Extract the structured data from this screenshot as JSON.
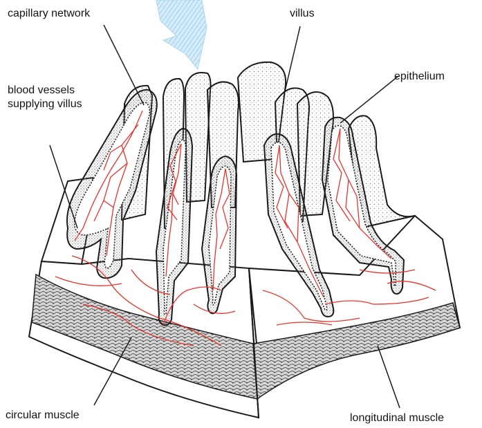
{
  "labels": {
    "capillary_network": "capillary network",
    "villus": "villus",
    "epithelium": "epithelium",
    "blood_vessels": "blood vessels supplying villus",
    "circular_muscle": "circular muscle",
    "longitudinal_muscle": "longitudinal muscle"
  },
  "colors": {
    "vessel": "#e8322a",
    "outline": "#1a1a1a",
    "stipple": "#8a8a8a",
    "arrow": "#a9d7f0",
    "muscle": "#6a6a6a"
  }
}
